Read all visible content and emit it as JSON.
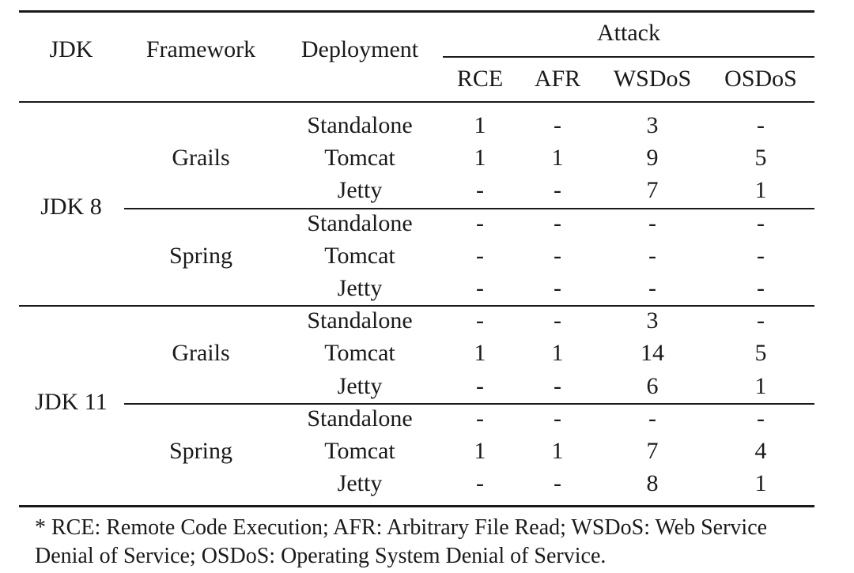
{
  "table": {
    "headers": {
      "jdk": "JDK",
      "framework": "Framework",
      "deployment": "Deployment",
      "attack": "Attack",
      "attack_columns": [
        "RCE",
        "AFR",
        "WSDoS",
        "OSDoS"
      ]
    },
    "groups": [
      {
        "jdk": "JDK 8",
        "frameworks": [
          {
            "name": "Grails",
            "rows": [
              {
                "deployment": "Standalone",
                "values": [
                  "1",
                  "-",
                  "3",
                  "-"
                ]
              },
              {
                "deployment": "Tomcat",
                "values": [
                  "1",
                  "1",
                  "9",
                  "5"
                ]
              },
              {
                "deployment": "Jetty",
                "values": [
                  "-",
                  "-",
                  "7",
                  "1"
                ]
              }
            ]
          },
          {
            "name": "Spring",
            "rows": [
              {
                "deployment": "Standalone",
                "values": [
                  "-",
                  "-",
                  "-",
                  "-"
                ]
              },
              {
                "deployment": "Tomcat",
                "values": [
                  "-",
                  "-",
                  "-",
                  "-"
                ]
              },
              {
                "deployment": "Jetty",
                "values": [
                  "-",
                  "-",
                  "-",
                  "-"
                ]
              }
            ]
          }
        ]
      },
      {
        "jdk": "JDK 11",
        "frameworks": [
          {
            "name": "Grails",
            "rows": [
              {
                "deployment": "Standalone",
                "values": [
                  "-",
                  "-",
                  "3",
                  "-"
                ]
              },
              {
                "deployment": "Tomcat",
                "values": [
                  "1",
                  "1",
                  "14",
                  "5"
                ]
              },
              {
                "deployment": "Jetty",
                "values": [
                  "-",
                  "-",
                  "6",
                  "1"
                ]
              }
            ]
          },
          {
            "name": "Spring",
            "rows": [
              {
                "deployment": "Standalone",
                "values": [
                  "-",
                  "-",
                  "-",
                  "-"
                ]
              },
              {
                "deployment": "Tomcat",
                "values": [
                  "1",
                  "1",
                  "7",
                  "4"
                ]
              },
              {
                "deployment": "Jetty",
                "values": [
                  "-",
                  "-",
                  "8",
                  "1"
                ]
              }
            ]
          }
        ]
      }
    ]
  },
  "footnote": {
    "line1": "* RCE: Remote Code Execution; AFR: Arbitrary File Read; WSDoS: Web Service",
    "line2": "Denial of Service; OSDoS: Operating System Denial of Service."
  }
}
